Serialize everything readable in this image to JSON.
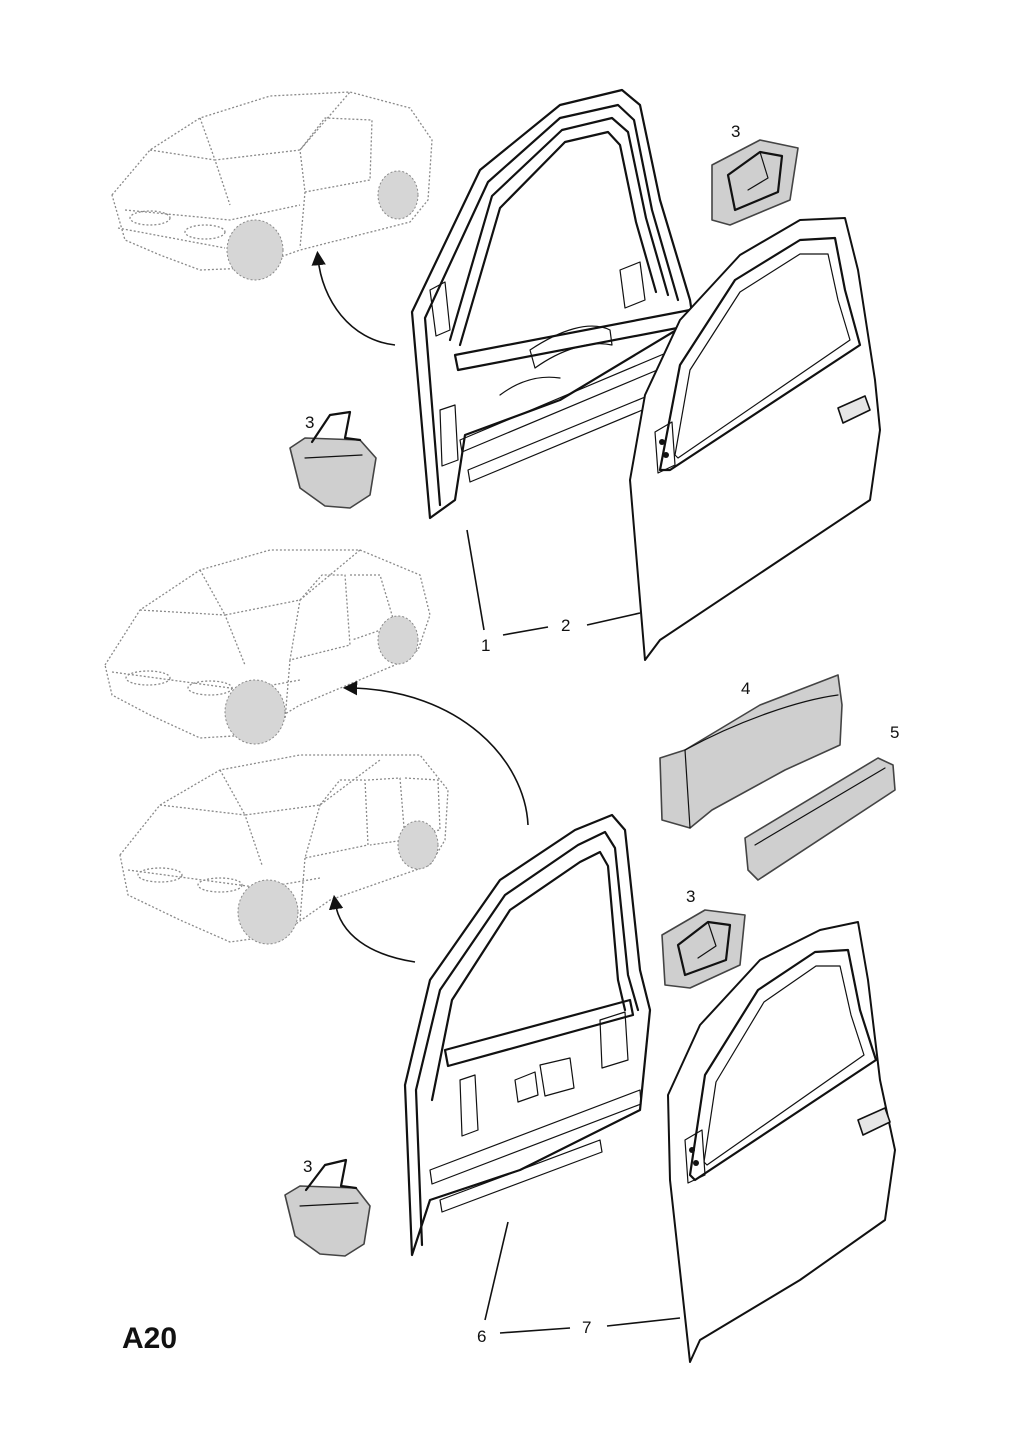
{
  "diagram": {
    "page_code": "A20",
    "callouts": {
      "c1": "1",
      "c2": "2",
      "c3a": "3",
      "c3b": "3",
      "c3c": "3",
      "c3d": "3",
      "c4": "4",
      "c5": "5",
      "c6": "6",
      "c7": "7"
    }
  }
}
